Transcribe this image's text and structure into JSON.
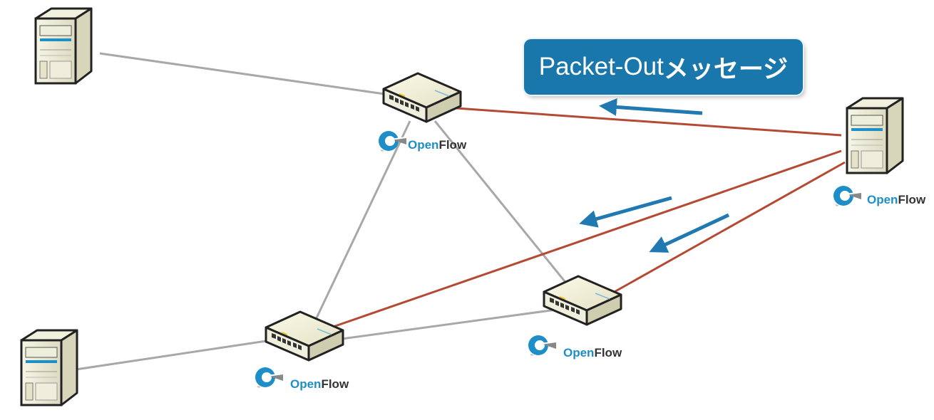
{
  "callout": {
    "prefix": "Packet-Out",
    "suffix": "メッセージ"
  },
  "logo_text": {
    "open": "Open",
    "flow": "Flow"
  },
  "colors": {
    "link": "#a8a8a8",
    "controller_link": "#b54a34",
    "arrow": "#2079b0",
    "callout_bg": "#1a77ab"
  },
  "nodes": {
    "hosts": [
      "host-top-left",
      "host-bottom-left"
    ],
    "switches": [
      "switch-top",
      "switch-bottom-left",
      "switch-bottom-right"
    ],
    "controller": "controller-server"
  }
}
